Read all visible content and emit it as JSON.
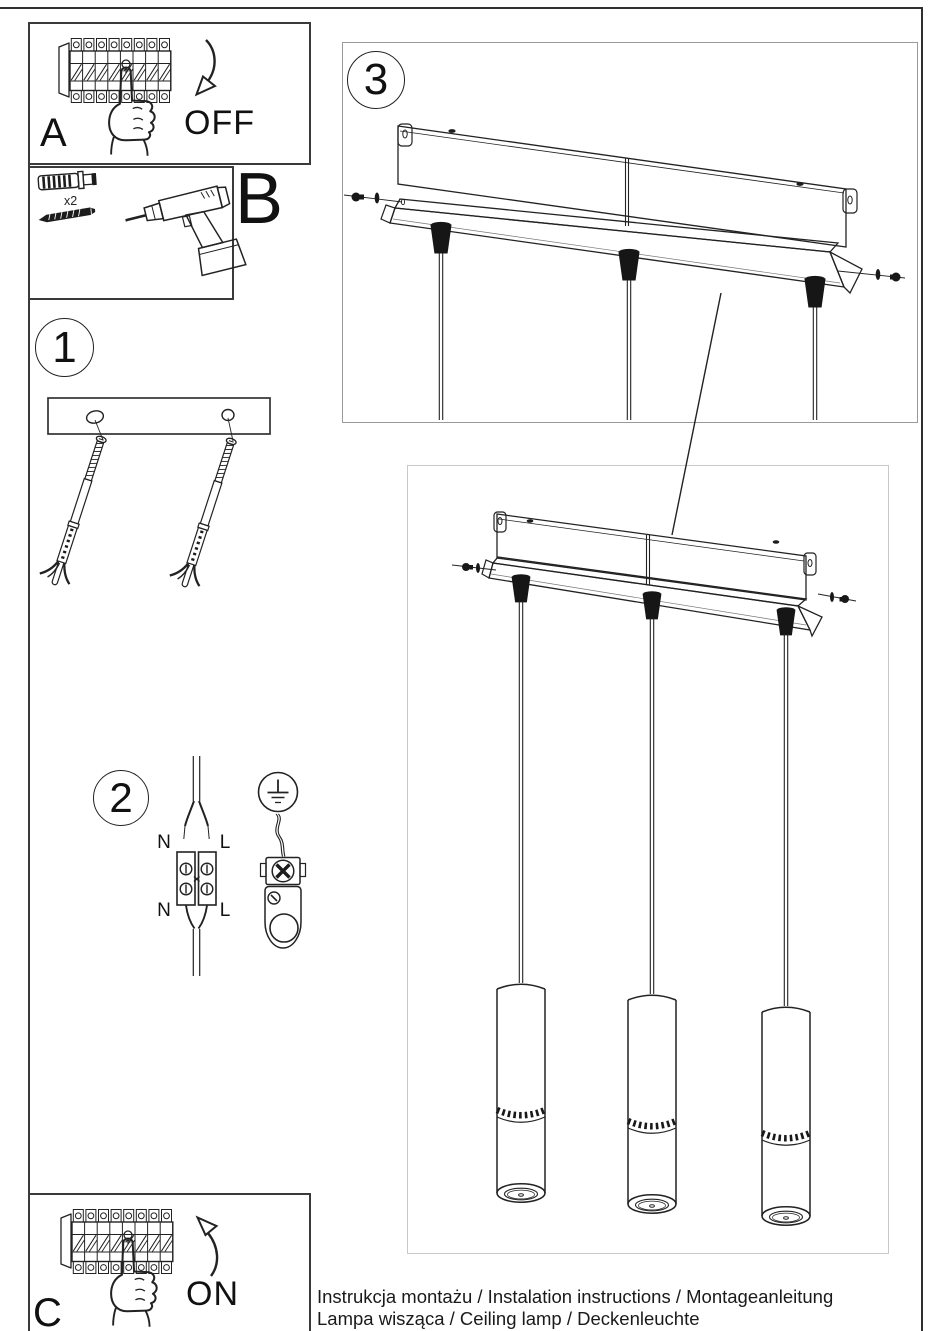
{
  "panels": {
    "a": {
      "label": "A",
      "action": "OFF"
    },
    "b": {
      "label": "B",
      "quantity_note": "x2"
    },
    "c": {
      "label": "C",
      "action": "ON"
    },
    "step1": {
      "number": "1"
    },
    "step2": {
      "number": "2",
      "terminal_labels": {
        "n_top": "N",
        "l_top": "L",
        "n_bottom": "N",
        "l_bottom": "L"
      }
    },
    "step3": {
      "number": "3"
    }
  },
  "footer": {
    "line1": "Instrukcja montażu / Instalation instructions / Montageanleitung",
    "line2": "Lampa wisząca / Ceiling lamp / Deckenleuchte"
  },
  "icon_names": [
    "circuit-breaker-icon",
    "pointing-hand-icon",
    "curved-arrow-down-icon",
    "curved-arrow-up-icon",
    "wall-plug-icon",
    "wood-screw-icon",
    "power-drill-icon",
    "mounting-plate-icon",
    "expansion-anchor-icon",
    "mains-cable-icon",
    "terminal-block-icon",
    "earth-symbol-icon",
    "earth-wire-icon",
    "ground-terminal-icon",
    "ceiling-bracket-icon",
    "canopy-icon",
    "cable-grommet-icon",
    "mounting-screw-icon",
    "pendant-lamp-icon",
    "pointer-line"
  ],
  "colors": {
    "ink": "#222222",
    "panel_border": "#3a3a3a",
    "step3_border": "#9a9a9a",
    "inner_border": "#c9c9c9",
    "frame": "#2f2f2f"
  }
}
